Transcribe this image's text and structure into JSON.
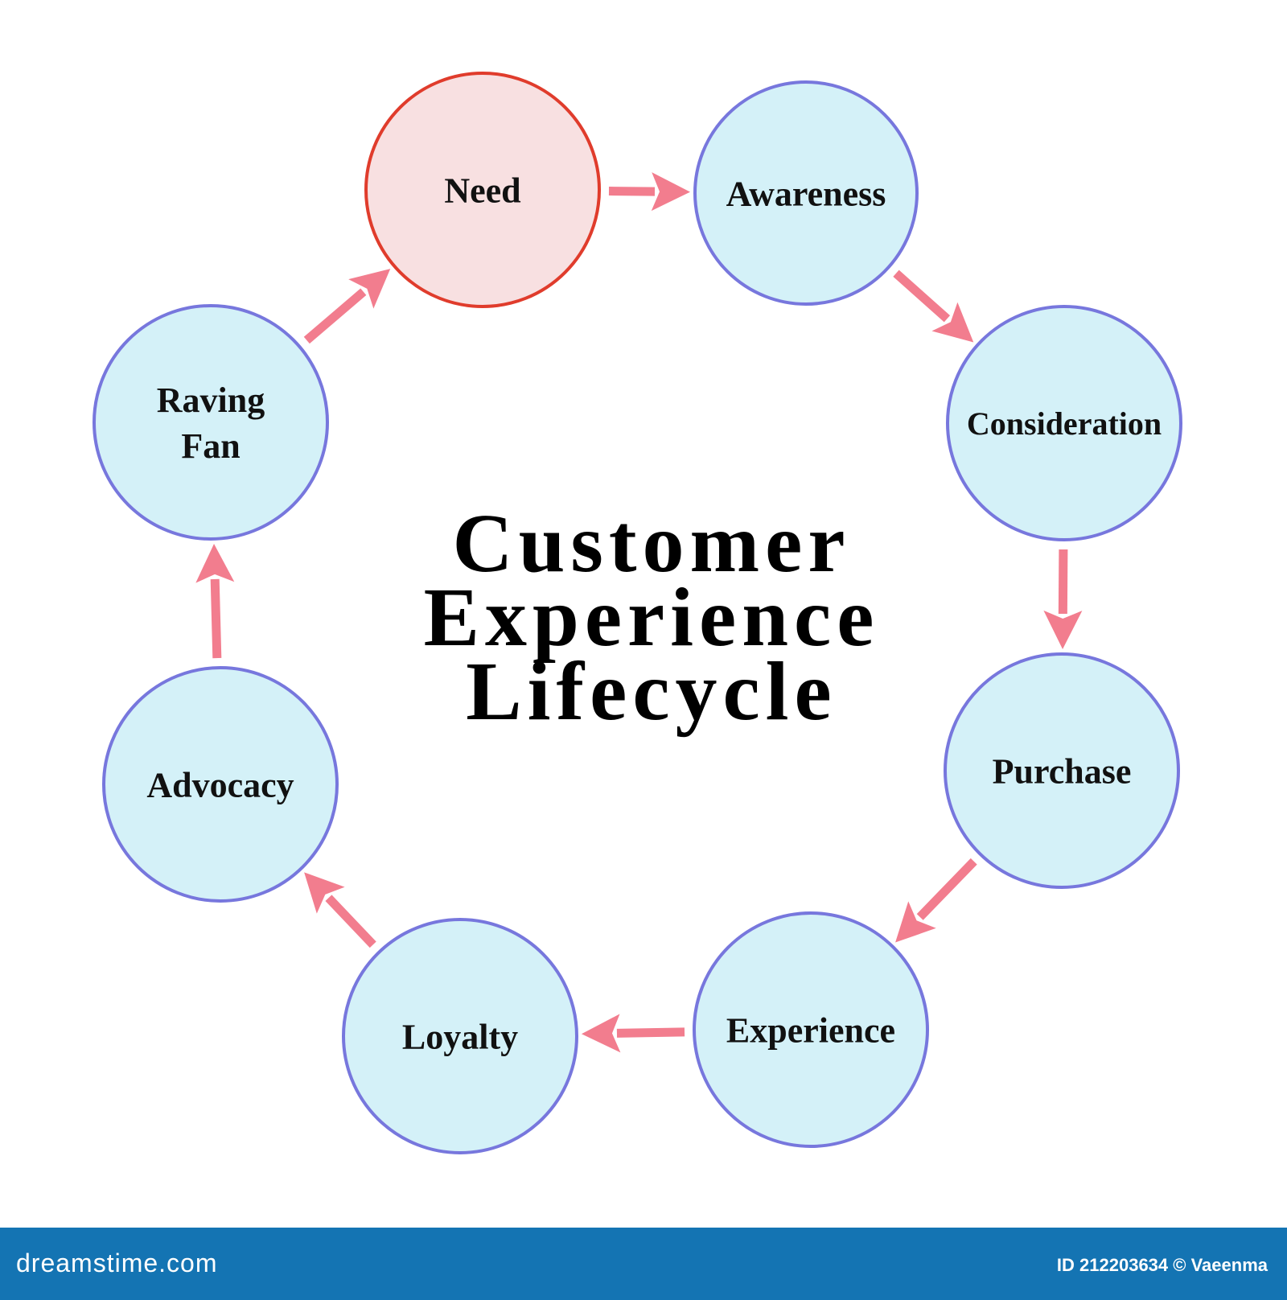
{
  "title": {
    "lines": [
      "Customer",
      "Experience",
      "Lifecycle"
    ]
  },
  "colors": {
    "accent_fill": "#f8e0e1",
    "accent_stroke": "#e03c2c",
    "node_fill": "#d4f1f8",
    "node_stroke": "#7777dd",
    "arrow": "#f27d8e",
    "footer": "#1474b3"
  },
  "nodes": [
    {
      "id": "need",
      "lines": [
        "Need"
      ],
      "highlight": true
    },
    {
      "id": "awareness",
      "lines": [
        "Awareness"
      ],
      "highlight": false
    },
    {
      "id": "consideration",
      "lines": [
        "Consideration"
      ],
      "highlight": false
    },
    {
      "id": "purchase",
      "lines": [
        "Purchase"
      ],
      "highlight": false
    },
    {
      "id": "experience",
      "lines": [
        "Experience"
      ],
      "highlight": false
    },
    {
      "id": "loyalty",
      "lines": [
        "Loyalty"
      ],
      "highlight": false
    },
    {
      "id": "advocacy",
      "lines": [
        "Advocacy"
      ],
      "highlight": false
    },
    {
      "id": "raving-fan",
      "lines": [
        "Raving",
        "Fan"
      ],
      "highlight": false
    }
  ],
  "edges": [
    {
      "from": "need",
      "to": "awareness"
    },
    {
      "from": "awareness",
      "to": "consideration"
    },
    {
      "from": "consideration",
      "to": "purchase"
    },
    {
      "from": "purchase",
      "to": "experience"
    },
    {
      "from": "experience",
      "to": "loyalty"
    },
    {
      "from": "loyalty",
      "to": "advocacy"
    },
    {
      "from": "advocacy",
      "to": "raving-fan"
    },
    {
      "from": "raving-fan",
      "to": "need"
    }
  ],
  "footer": {
    "brand": "dreamstime.com",
    "credit": "ID 212203634 © Vaeenma"
  }
}
